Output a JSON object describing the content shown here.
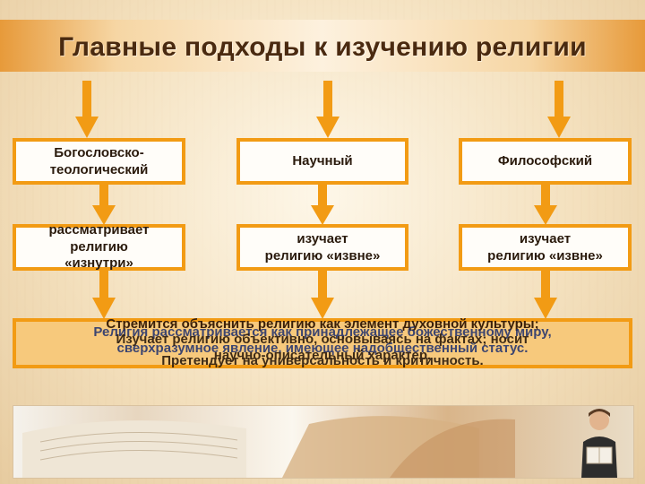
{
  "title": "Главные подходы к изучению религии",
  "colors": {
    "accent": "#f29b14",
    "title_text": "#4a2a10",
    "bottom_fill": "#f7c97c"
  },
  "approaches": [
    {
      "label": "Богословско-\nтеологический",
      "desc": "рассматривает\nрелигию\n«изнутри»"
    },
    {
      "label": "Научный",
      "desc": "изучает\nрелигию «извне»"
    },
    {
      "label": "Философский",
      "desc": "изучает\nрелигию «извне»"
    }
  ],
  "bottom_texts": [
    "Стремится объяснить религию как элемент духовной культуры;",
    "Религия рассматривается как принадлежащее божественному миру,",
    "сверхразумное явление, имеющее надобщественный статус.",
    "Изучает религию объективно, основываясь на фактах; носит",
    "научно-описательный характер.",
    "Претендует на универсальность и критичность."
  ],
  "icons": [
    "arrow-down-icon",
    "book-icon",
    "reader-figure-icon"
  ]
}
